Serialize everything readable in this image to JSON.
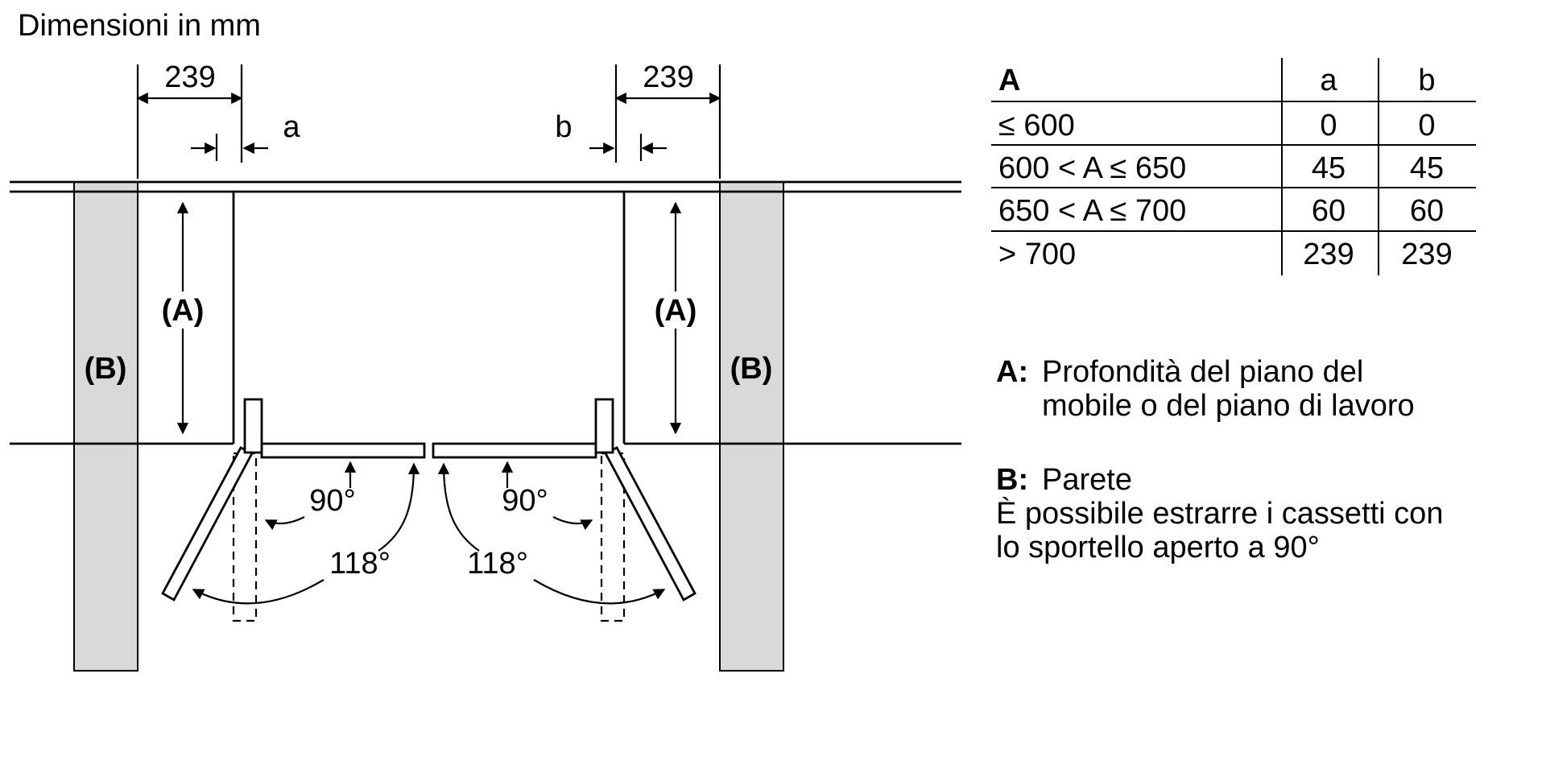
{
  "title": "Dimensioni in mm",
  "diagram": {
    "dim_left": "239",
    "dim_right": "239",
    "gap_left_label": "a",
    "gap_right_label": "b",
    "depth_label_left": "(A)",
    "depth_label_right": "(A)",
    "wall_label_left": "(B)",
    "wall_label_right": "(B)",
    "angle_90_left": "90°",
    "angle_118_left": "118°",
    "angle_90_right": "90°",
    "angle_118_right": "118°"
  },
  "table": {
    "header": {
      "depth": "A",
      "a": "a",
      "b": "b"
    },
    "rows": [
      {
        "range": "≤ 600",
        "a": "0",
        "b": "0"
      },
      {
        "range": "600 < A ≤ 650",
        "a": "45",
        "b": "45"
      },
      {
        "range": "650 < A ≤ 700",
        "a": "60",
        "b": "60"
      },
      {
        "range": "> 700",
        "a": "239",
        "b": "239"
      }
    ]
  },
  "legend": {
    "a_key": "A:",
    "a_text_line1": "Profondità del piano del",
    "a_text_line2": "mobile o del piano di lavoro",
    "b_key": "B:",
    "b_text": "Parete",
    "note_line1": "È possibile estrarre i cassetti con",
    "note_line2": "lo sportello aperto a 90°"
  },
  "colors": {
    "line": "#000000",
    "wall_fill": "#d9d9d9",
    "background": "#ffffff"
  }
}
